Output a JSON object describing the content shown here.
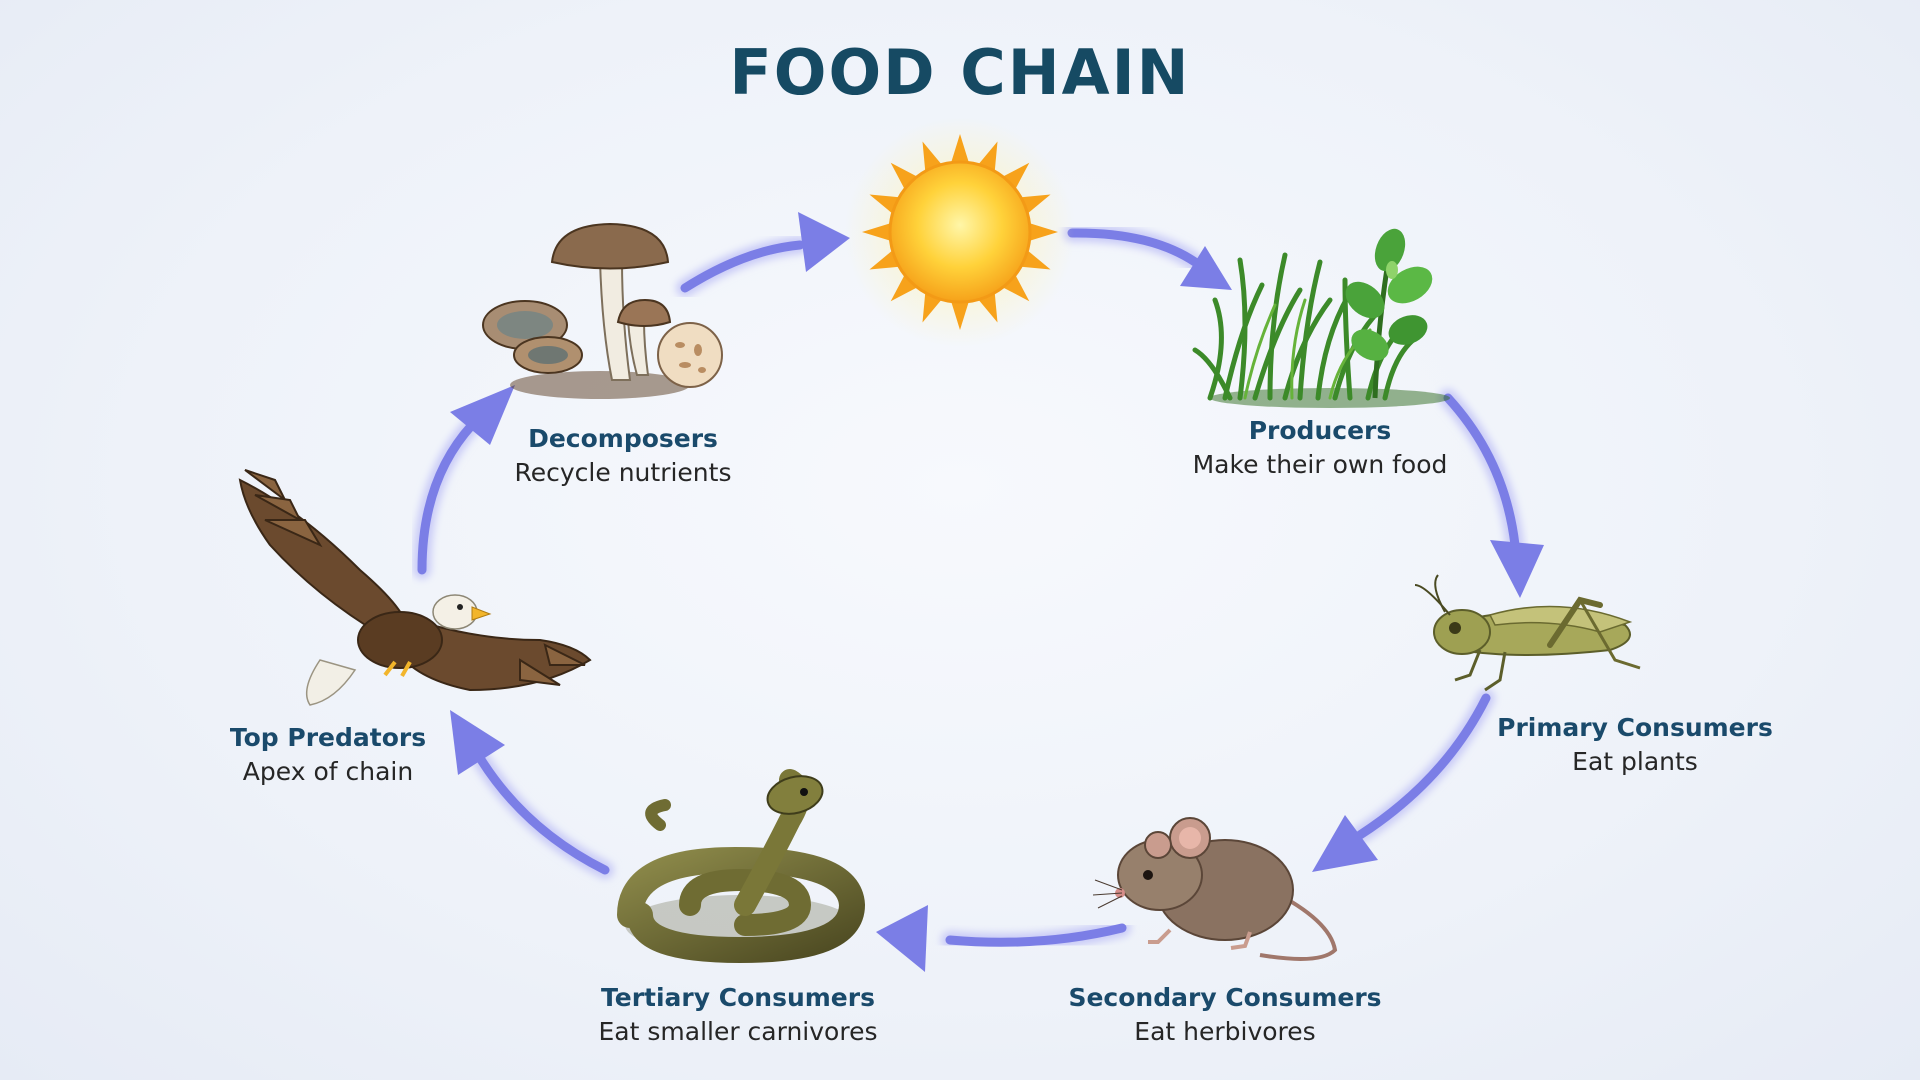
{
  "title": "FOOD CHAIN",
  "nodes": [
    {
      "id": "sun",
      "icon": "sun-icon"
    },
    {
      "id": "producers",
      "label": "Producers",
      "description": "Make their own food",
      "icon": "grass-icon"
    },
    {
      "id": "primary",
      "label": "Primary Consumers",
      "description": "Eat plants",
      "icon": "grasshopper-icon"
    },
    {
      "id": "secondary",
      "label": "Secondary Consumers",
      "description": "Eat herbivores",
      "icon": "mouse-icon"
    },
    {
      "id": "tertiary",
      "label": "Tertiary Consumers",
      "description": "Eat smaller carnivores",
      "icon": "snake-icon"
    },
    {
      "id": "top",
      "label": "Top Predators",
      "description": "Apex of chain",
      "icon": "eagle-icon"
    },
    {
      "id": "decomposers",
      "label": "Decomposers",
      "description": "Recycle nutrients",
      "icon": "mushroom-icon"
    }
  ],
  "flow": [
    "sun",
    "producers",
    "primary",
    "secondary",
    "tertiary",
    "top",
    "decomposers",
    "sun"
  ],
  "colors": {
    "title": "#164a63",
    "label": "#1a4a6b",
    "arrow": "#7b7ee6",
    "arrow_glow": "#c9cbf7"
  }
}
